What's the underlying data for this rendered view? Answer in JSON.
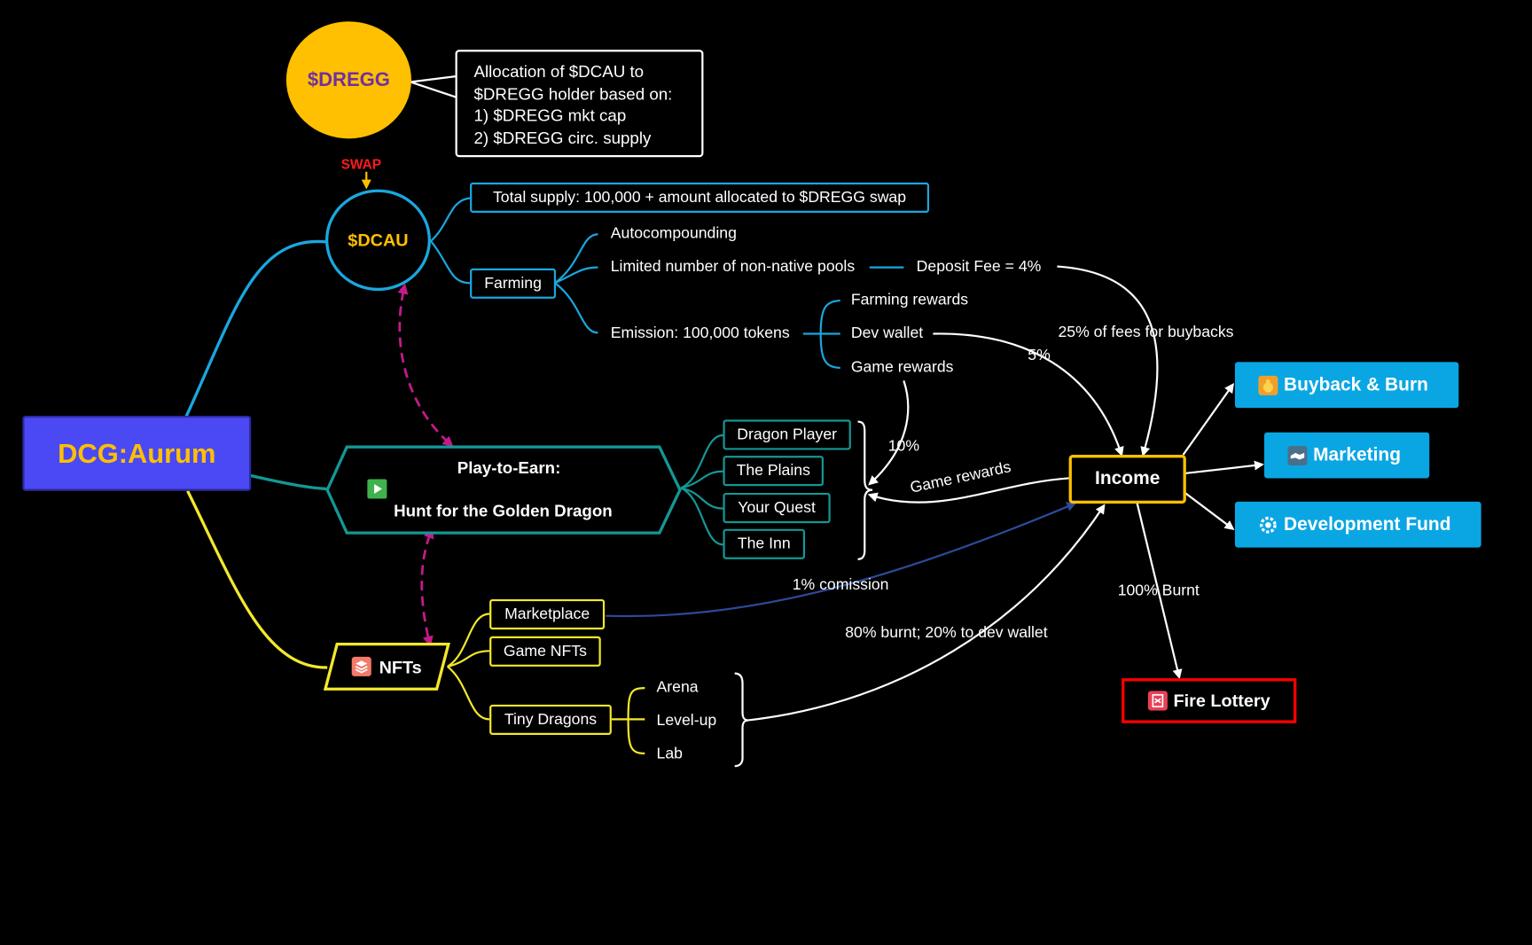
{
  "root": {
    "label": "DCG:Aurum"
  },
  "dregg": {
    "label": "$DREGG",
    "note": [
      "Allocation of $DCAU to",
      "$DREGG holder based on:",
      "1) $DREGG mkt cap",
      "2) $DREGG circ. supply"
    ],
    "swap_label": "SWAP"
  },
  "dcau": {
    "label": "$DCAU",
    "total_supply": "Total supply: 100,000 + amount allocated to $DREGG swap",
    "farming": {
      "label": "Farming",
      "items": [
        "Autocompounding",
        "Limited number of non-native pools",
        "Emission: 100,000 tokens"
      ],
      "deposit_fee": "Deposit Fee = 4%",
      "emission_items": [
        "Farming rewards",
        "Dev wallet",
        "Game rewards"
      ]
    }
  },
  "play_to_earn": {
    "title": "Play-to-Earn:",
    "subtitle": "Hunt for the Golden Dragon",
    "icon": "play-button-icon",
    "items": [
      "Dragon Player",
      "The Plains",
      "Your Quest",
      "The Inn"
    ]
  },
  "nfts": {
    "label": "NFTs",
    "icon": "stack-icon",
    "items": [
      "Marketplace",
      "Game NFTs",
      "Tiny Dragons"
    ],
    "tiny_dragons_items": [
      "Arena",
      "Level-up",
      "Lab"
    ]
  },
  "income": {
    "label": "Income",
    "edges": {
      "fees_buybacks": "25% of fees for buybacks",
      "dev_wallet": "5%",
      "game_rewards_pct": "10%",
      "game_rewards": "Game rewards",
      "commission": "1% comission",
      "burnt_split": "80% burnt; 20% to dev wallet",
      "fully_burnt": "100% Burnt"
    },
    "outputs": [
      {
        "label": "Buyback & Burn",
        "icon": "money-bag-icon"
      },
      {
        "label": "Marketing",
        "icon": "handshake-icon"
      },
      {
        "label": "Development Fund",
        "icon": "gear-icon"
      }
    ],
    "lottery": {
      "label": "Fire Lottery",
      "icon": "lottery-ticket-icon"
    }
  },
  "colors": {
    "dcau_branch": "#1aa7df",
    "p2e_branch": "#139895",
    "nft_branch": "#f3e92a",
    "root_fill": "#4b49f3",
    "dregg_fill": "#fec000",
    "dregg_text": "#7030a0",
    "income_border": "#fec000",
    "output_fill": "#0aa6e3",
    "lottery_border": "#ff0000",
    "dashed_link": "#c51a8a",
    "commission_link": "#2d4a9a"
  }
}
